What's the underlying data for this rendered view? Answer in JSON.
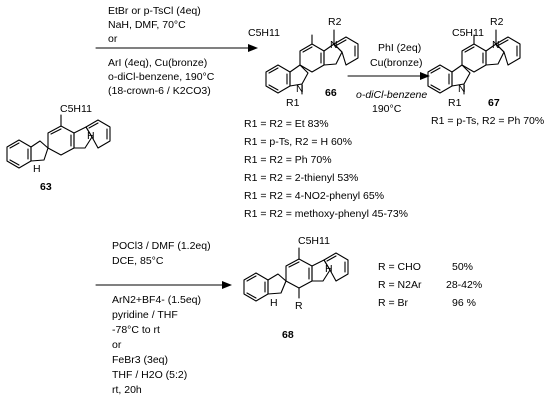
{
  "compounds": {
    "c63": "63",
    "c66": "66",
    "c67": "67",
    "c68": "68"
  },
  "atoms": {
    "pentyl": "C5H11",
    "nh": "H",
    "n": "N",
    "r1": "R1",
    "r2": "R2",
    "r": "R"
  },
  "arrow1_conditions": [
    "EtBr or p-TsCl (4eq)",
    "NaH, DMF, 70°C",
    "or",
    "ArI (4eq), Cu(bronze)",
    "o-diCl-benzene, 190°C",
    "(18-crown-6 / K2CO3)"
  ],
  "arrow2_conditions": [
    "PhI (2eq)",
    "Cu(bronze)",
    "o-diCl-benzene",
    "190°C"
  ],
  "product67_note": "R1 = p-Ts, R2 = Ph 70%",
  "yields_66": [
    "R1 = R2 = Et 83%",
    "R1 = p-Ts, R2 = H 60%",
    "R1 = R2 = Ph 70%",
    "R1 = R2 = 2-thienyl 53%",
    "R1 = R2 = 4-NO2-phenyl 65%",
    "R1 = R2 = methoxy-phenyl 45-73%"
  ],
  "arrow3_conditions": [
    "POCl3 / DMF (1.2eq)",
    "DCE, 85°C",
    "ArN2+BF4- (1.5eq)",
    "pyridine / THF",
    "-78°C to rt",
    "or",
    "FeBr3 (3eq)",
    "THF / H2O (5:2)",
    "rt, 20h"
  ],
  "yields_68": [
    {
      "label": "R = CHO",
      "value": "50%"
    },
    {
      "label": "R = N2Ar",
      "value": "28-42%"
    },
    {
      "label": "R = Br",
      "value": "96 %"
    }
  ]
}
